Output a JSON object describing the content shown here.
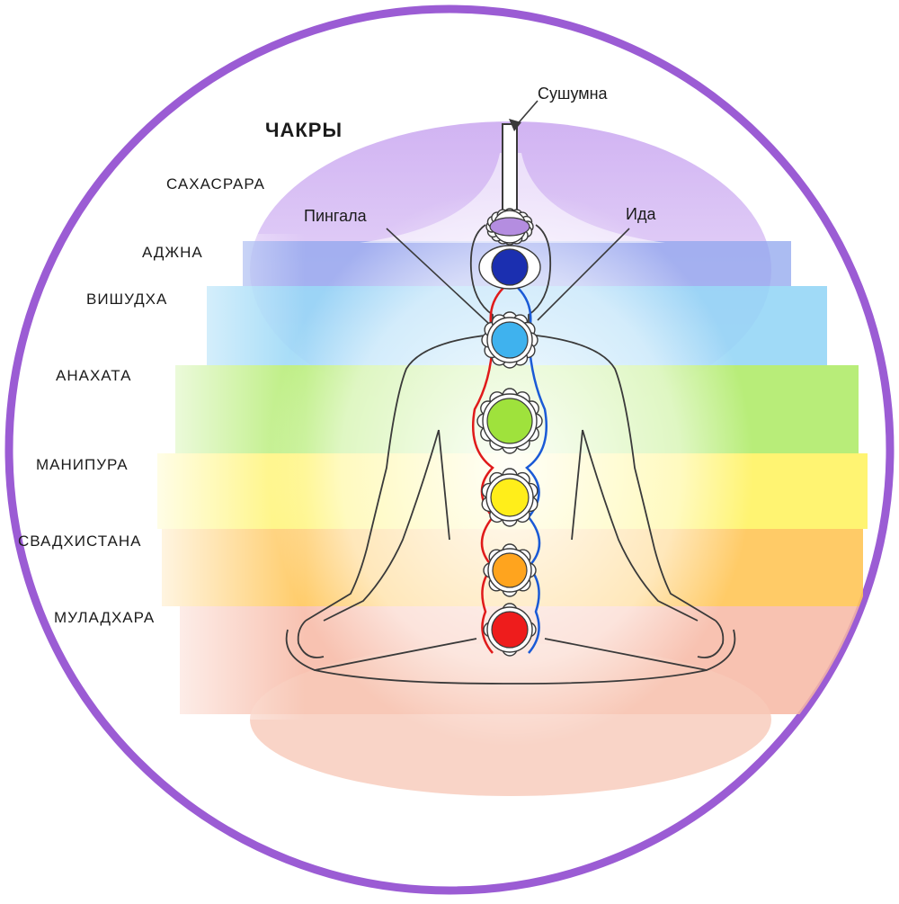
{
  "title": "ЧАКРЫ",
  "channels": {
    "sushumna": "Сушумна",
    "pingala": "Пингала",
    "ida": "Ида"
  },
  "chakras": [
    {
      "name": "САХАСРАРА",
      "color": "#b48de0"
    },
    {
      "name": "АДЖНА",
      "color": "#1b2fb0"
    },
    {
      "name": "ВИШУДХА",
      "color": "#3fb2ee"
    },
    {
      "name": "АНАХАТА",
      "color": "#9fe23c"
    },
    {
      "name": "МАНИПУРА",
      "color": "#ffee1a"
    },
    {
      "name": "СВАДХИСТАНА",
      "color": "#ffa41e"
    },
    {
      "name": "МУЛАДХАРА",
      "color": "#ee1c1c"
    }
  ],
  "colors": {
    "frame": "#9b5cd4",
    "pingala_line": "#e01a1a",
    "ida_line": "#1a5ad6",
    "outline": "#3a3a3a"
  }
}
